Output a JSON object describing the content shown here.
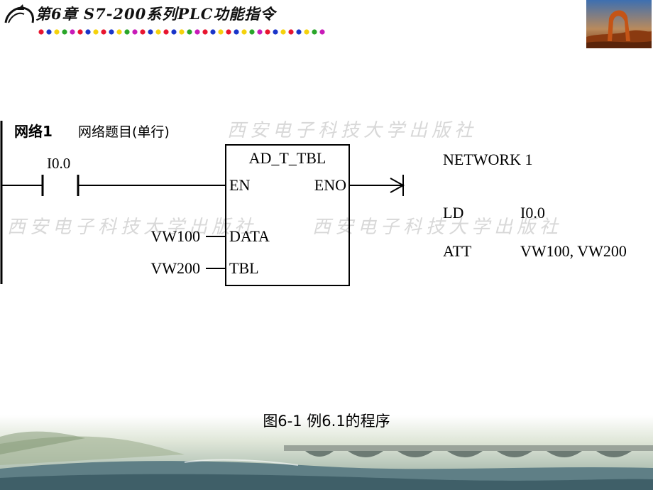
{
  "header": {
    "title": "第6章 S7-200系列PLC功能指令",
    "dot_colors": [
      "#e8152f",
      "#1a35c9",
      "#f5d20c",
      "#2aa62a",
      "#c81bb8",
      "#e8152f",
      "#1a35c9",
      "#f5d20c"
    ]
  },
  "network": {
    "label": "网络1",
    "comment": "网络题目(单行)",
    "watermark": "西安电子科技大学出版社"
  },
  "ladder": {
    "contact": "I0.0",
    "box_title": "AD_T_TBL",
    "en": "EN",
    "eno": "ENO",
    "data_pin": "DATA",
    "tbl_pin": "TBL",
    "data_operand": "VW100",
    "tbl_operand": "VW200"
  },
  "stl": {
    "network": "NETWORK 1",
    "lines": [
      {
        "op": "LD",
        "arg": "I0.0"
      },
      {
        "op": "ATT",
        "arg": "VW100, VW200"
      }
    ]
  },
  "caption": "图6-1  例6.1的程序"
}
